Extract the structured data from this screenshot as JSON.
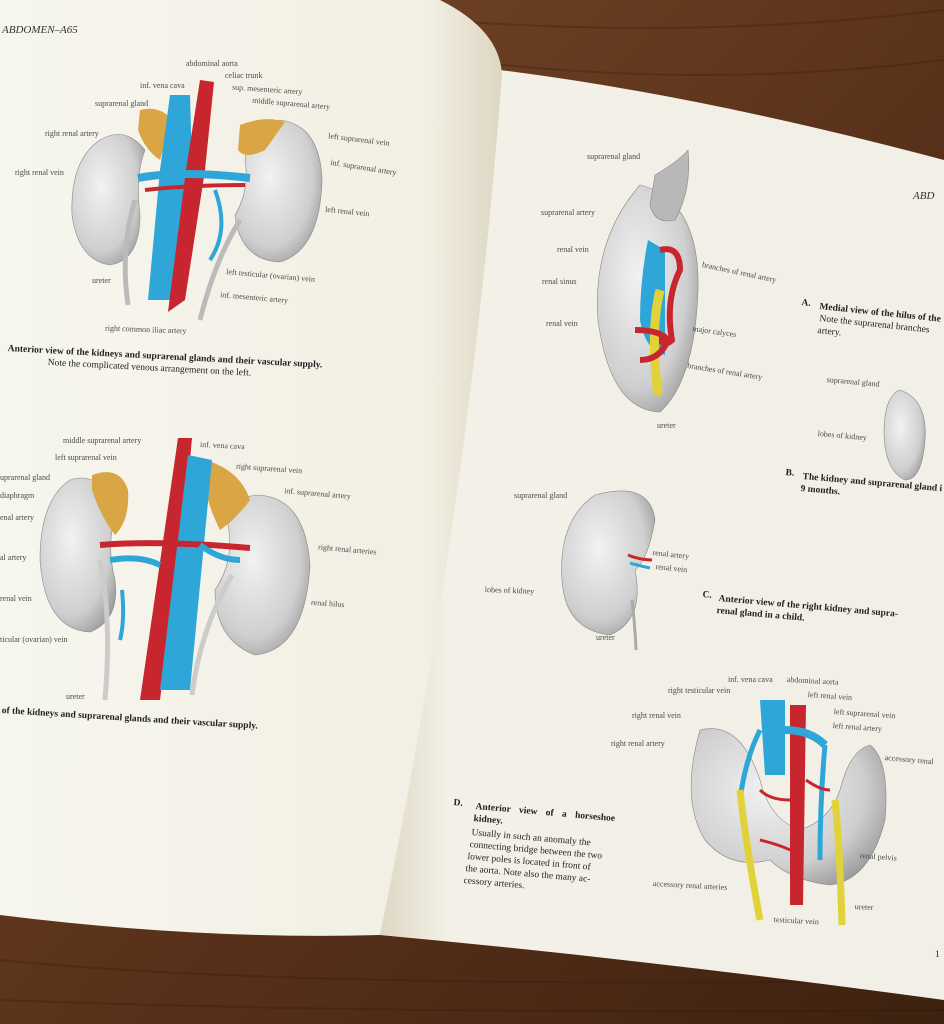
{
  "left_page": {
    "header": "ABDOMEN–A65",
    "fig1": {
      "labels": [
        "abdominal aorta",
        "celiac trunk",
        "inf. vena cava",
        "sup. mesenteric artery",
        "suprarenal gland",
        "middle suprarenal artery",
        "right renal artery",
        "left suprarenal vein",
        "inf. suprarenal artery",
        "right renal vein",
        "left renal vein",
        "ureter",
        "left testicular (ovarian) vein",
        "inf. mesenteric artery",
        "right common iliac artery"
      ],
      "caption_bold": "Anterior view of the kidneys and suprarenal glands and their vascular supply.",
      "caption_note": "Note the complicated venous arrangement on the left."
    },
    "fig2": {
      "labels": [
        "middle suprarenal artery",
        "inf. vena cava",
        "left suprarenal vein",
        "right suprarenal vein",
        "uprarenal gland",
        "inf. suprarenal artery",
        "diaphragm",
        "enal artery",
        "right renal arteries",
        "al artery",
        "renal hilus",
        "renal vein",
        "ticular (ovarian) vein",
        "ureter"
      ],
      "caption_bold": "of the kidneys and suprarenal glands and their vascular supply."
    }
  },
  "right_page": {
    "header": "ABD",
    "figA": {
      "labels": [
        "suprarenal gland",
        "suprarenal artery",
        "renal vein",
        "branches of renal artery",
        "renal sinus",
        "renal vein",
        "major calyces",
        "branches of renal artery",
        "ureter"
      ],
      "caption_letter": "A.",
      "caption_title": "Medial view of the hilus of the",
      "caption_note": "Note the suprarenal branches",
      "caption_note2": "artery."
    },
    "figB": {
      "labels": [
        "suprarenal gland",
        "lobes of kidney"
      ],
      "caption_letter": "B.",
      "caption_title": "The kidney and suprarenal gland i",
      "caption_title2": "9 months."
    },
    "figC": {
      "labels": [
        "suprarenal gland",
        "renal artery",
        "renal vein",
        "lobes of kidney",
        "ureter"
      ],
      "caption_letter": "C.",
      "caption_title": "Anterior view of the right kidney and supra-",
      "caption_title2": "renal gland in a child."
    },
    "figD": {
      "labels": [
        "inf. vena cava",
        "abdominal aorta",
        "right testicular vein",
        "left renal vein",
        "right renal vein",
        "left suprarenal vein",
        "left renal artery",
        "right renal artery",
        "accessory renal",
        "renal pelvis",
        "accessory renal arteries",
        "ureter",
        "testicular vein"
      ],
      "caption_letter": "D.",
      "caption_title": "Anterior view of a horseshoe",
      "caption_title2": "kidney.",
      "caption_body": [
        "Usually in such an anomaly the",
        "connecting bridge between the two",
        "lower poles is located in front of",
        "the aorta. Note also the many ac-",
        "cessory arteries."
      ]
    },
    "page_number_fragment": "1"
  },
  "colors": {
    "artery": "#c8262e",
    "vein": "#2ea7d8",
    "gland": "#d9a545",
    "ureter": "#e2d23a",
    "page": "#f6f3e8",
    "wood": "#6b3e22"
  }
}
